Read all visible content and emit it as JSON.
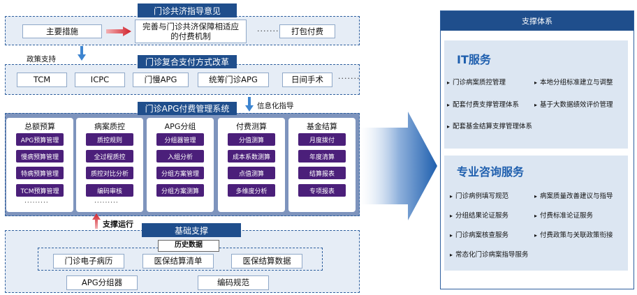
{
  "guidance": {
    "title": "门诊共济指导意见",
    "main_measures": "主要措施",
    "improve_mechanism": "完善与门诊共济保障相适应的付费机制",
    "dots": "·······",
    "bundled_payment": "打包付费"
  },
  "policy_support": "政策支持",
  "reform": {
    "title": "门诊复合支付方式改革",
    "items": [
      "TCM",
      "ICPC",
      "门慢APG",
      "统筹门诊APG",
      "日间手术"
    ],
    "dots": "·······"
  },
  "mgmt": {
    "title": "门诊APG付费管理系统",
    "info_guidance": "信息化指导",
    "columns": [
      {
        "title": "总额预算",
        "items": [
          "APG预算管理",
          "慢病预算管理",
          "特病预算管理",
          "TCM预算管理"
        ],
        "dots": "·········"
      },
      {
        "title": "病案质控",
        "items": [
          "质控规则",
          "全过程质控",
          "质控对比分析",
          "编码审核"
        ],
        "dots": "·········"
      },
      {
        "title": "APG分组",
        "items": [
          "分组器管理",
          "入组分析",
          "分组方案管理",
          "分组方案测算"
        ],
        "dots": ""
      },
      {
        "title": "付费测算",
        "items": [
          "分值测算",
          "成本系数测算",
          "点值测算",
          "多维度分析"
        ],
        "dots": ""
      },
      {
        "title": "基金结算",
        "items": [
          "月度拨付",
          "年度清算",
          "结算报表",
          "专项报表"
        ],
        "dots": ""
      }
    ]
  },
  "support_run": "支撑运行",
  "foundation": {
    "title": "基础支撑",
    "history_title": "历史数据",
    "history_items": [
      "门诊电子病历",
      "医保结算清单",
      "医保结算数据"
    ],
    "bottom_items": [
      "APG分组器",
      "编码规范"
    ]
  },
  "right": {
    "header": "支撑体系",
    "it": {
      "title": "IT服务",
      "items": [
        "门诊病案质控管理",
        "本地分组标准建立与调整",
        "配套付费支撑管理体系",
        "基于大数据绩效评价管理",
        "配套基金结算支撑管理体系"
      ]
    },
    "consult": {
      "title": "专业咨询服务",
      "items": [
        "门诊病例填写规范",
        "病案质量改善建议与指导",
        "分组结果论证服务",
        "付费标准论证服务",
        "门诊病案核查服务",
        "付费政策与关联政策衔接",
        "常态化门诊病案指导服务"
      ]
    }
  },
  "colors": {
    "navy": "#1f4e8c",
    "purple": "#4b1f7a",
    "panel": "#e6edf6",
    "mgmt_bg": "#7e94bd",
    "accent_blue": "#1f5fae",
    "arrow_red": "#d0202a"
  }
}
